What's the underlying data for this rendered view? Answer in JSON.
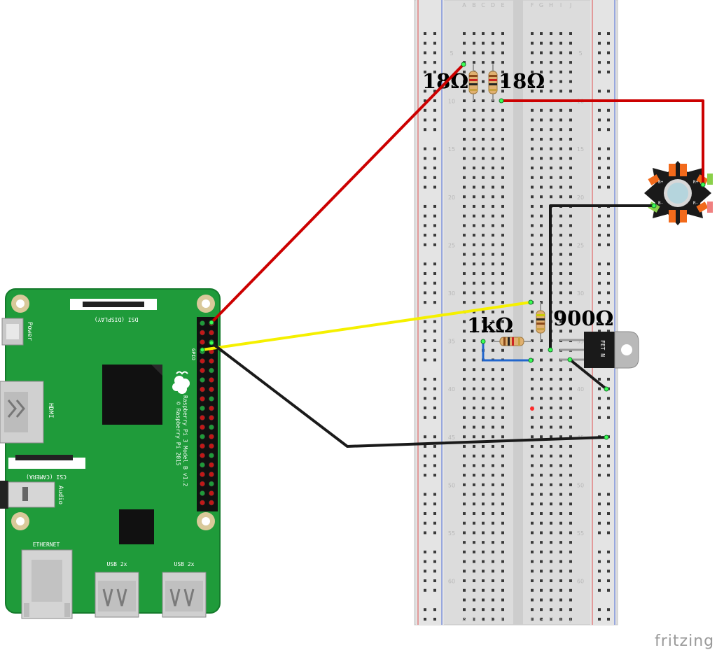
{
  "breadboard": {
    "columns_left": [
      "A",
      "B",
      "C",
      "D",
      "E"
    ],
    "columns_right": [
      "F",
      "G",
      "H",
      "I",
      "J"
    ],
    "row_numbers": [
      "5",
      "10",
      "15",
      "20",
      "25",
      "30",
      "35",
      "40",
      "45",
      "50",
      "55",
      "60"
    ]
  },
  "resistors": {
    "r1": "18Ω",
    "r2": "18Ω",
    "r3": "1kΩ",
    "r4": "900Ω"
  },
  "raspberry_pi": {
    "dsi_label": "DSI (DISPLAY)",
    "csi_label": "CSI (CAMERA)",
    "power_label": "Power",
    "hdmi_label": "HDMI",
    "audio_label": "Audio",
    "ethernet_label": "ETHERNET",
    "usb1_label": "USB 2x",
    "usb2_label": "USB 2x",
    "gpio_label": "GPIO",
    "model_label": "Raspberry Pi 3 Model B v1.2",
    "copyright_label": "© Raspberry Pi 2015"
  },
  "mosfet": {
    "label": "FET N"
  },
  "led": {
    "pin_labels": [
      "B+",
      "R+",
      "B-",
      "R-"
    ]
  },
  "brand": "fritzing",
  "colors": {
    "wire_red": "#cc0000",
    "wire_yellow": "#f5f000",
    "wire_black": "#1a1a1a",
    "wire_blue": "#2266cc",
    "pcb_green": "#1f9b3a",
    "led_orange": "#f26a1b"
  }
}
